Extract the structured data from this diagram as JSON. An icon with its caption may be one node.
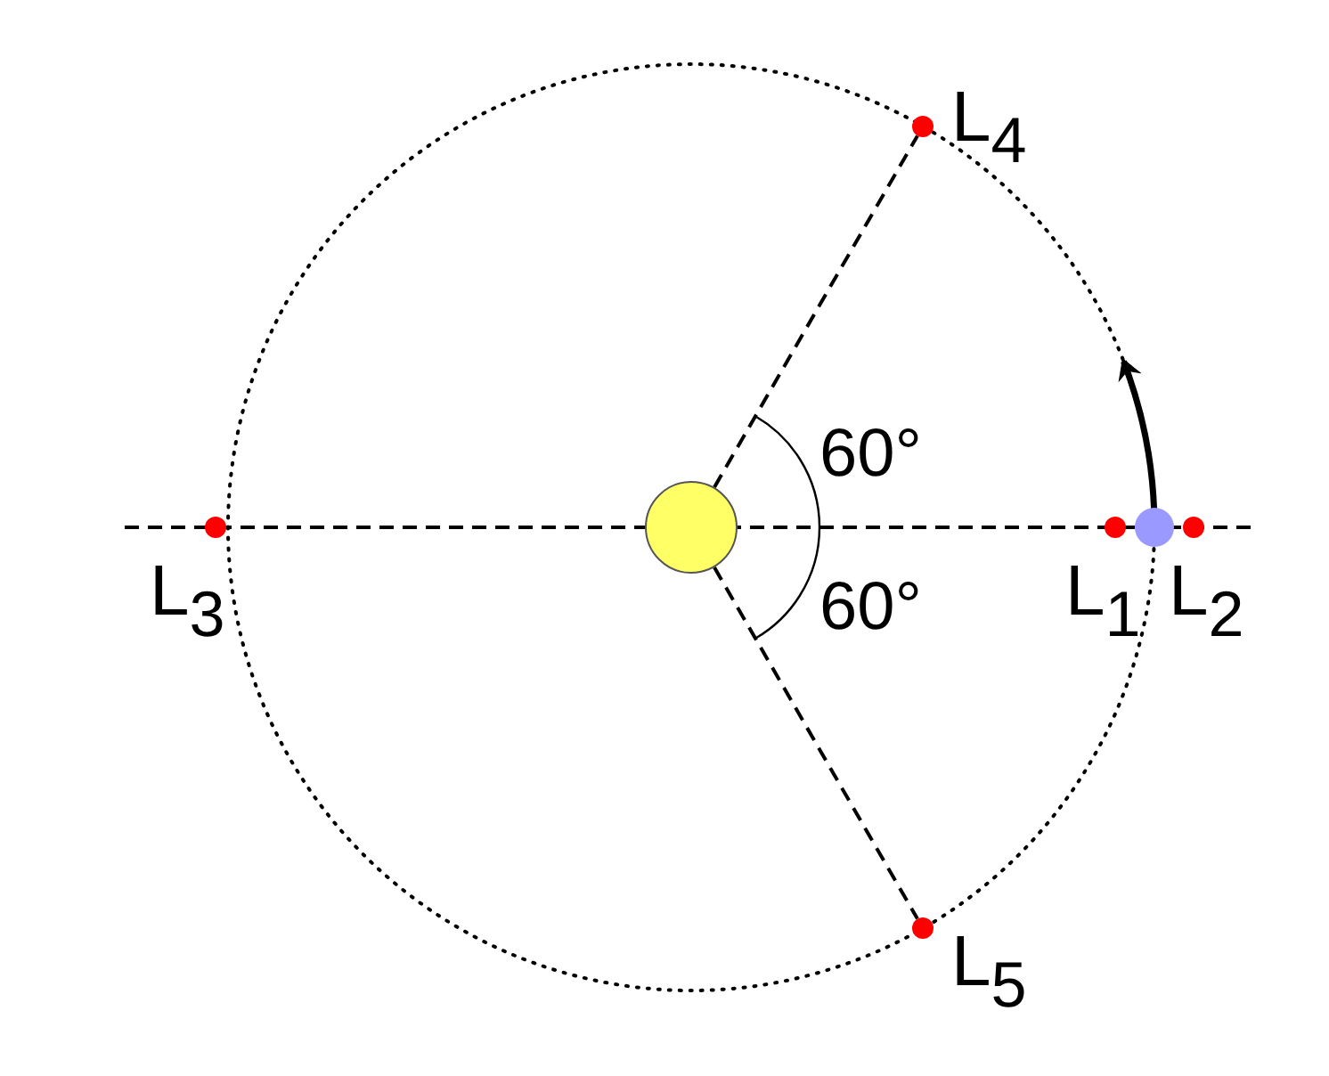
{
  "diagram": {
    "nodes": [
      {
        "text": [],
        "shape": "circle",
        "beside": [
          "L$_{4}$"
        ]
      },
      {
        "text": [],
        "shape": "circle",
        "beside": [
          "L$_{3}$"
        ]
      },
      {
        "text": [],
        "shape": "circle"
      },
      {
        "text": [],
        "shape": "circle",
        "beside": [
          "L$_{1}$"
        ]
      },
      {
        "text": [],
        "shape": "circle"
      },
      {
        "text": [],
        "shape": "circle",
        "beside": [
          "L$_{2}$"
        ]
      },
      {
        "text": [],
        "shape": "circle",
        "beside": [
          "L$_{5}$"
        ]
      }
    ],
    "edges": [
      {
        "from": 2,
        "to": 0,
        "arrow": "none",
        "style": "dashed"
      },
      {
        "from": 2,
        "to": 6,
        "arrow": "none",
        "style": "dashed"
      }
    ],
    "labels": [
      "60°",
      "60°"
    ]
  }
}
